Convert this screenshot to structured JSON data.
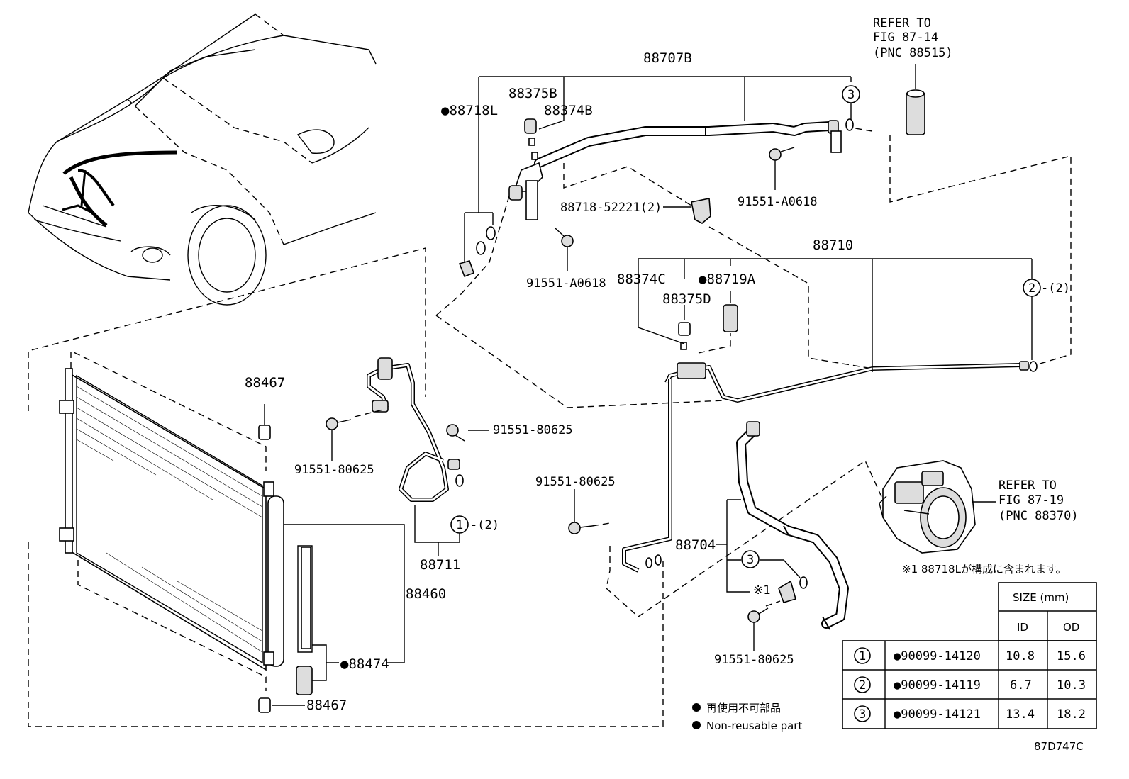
{
  "diagram_id": "87D747C",
  "refs": {
    "top": [
      "REFER TO",
      "FIG 87-14",
      "(PNC 88515)"
    ],
    "right": [
      "REFER TO",
      "FIG 87-19",
      "(PNC 88370)"
    ]
  },
  "labels": {
    "p88707B": "88707B",
    "p88375B": "88375B",
    "p88374B": "88374B",
    "p88718L": "●88718L",
    "p91551A0618a": "91551-A0618",
    "p91551A0618b": "91551-A0618",
    "p8871852221": "88718-52221(2)",
    "p88710": "88710",
    "p88374C": "88374C",
    "p88719A": "●88719A",
    "p88375D": "88375D",
    "p88467a": "88467",
    "p88467b": "88467",
    "p91551_80625a": "91551-80625",
    "p91551_80625b": "91551-80625",
    "p91551_80625c": "91551-80625",
    "p91551_80625d": "91551-80625",
    "p88711": "88711",
    "p88460": "88460",
    "p88474": "●88474",
    "p88704": "88704",
    "note1_ref": "※1",
    "qty1": "-(2)",
    "qty2": "-(2)",
    "circle1": "1",
    "circle2": "2",
    "circle3a": "3",
    "circle3b": "3"
  },
  "note": "※1 88718Lが構成に含まれます。",
  "legend": {
    "jp": "再使用不可部品",
    "en": "Non-reusable part"
  },
  "table": {
    "size_header": "SIZE (mm)",
    "id_header": "ID",
    "od_header": "OD",
    "rows": [
      {
        "ref": "1",
        "part": "●90099-14120",
        "id": "10.8",
        "od": "15.6"
      },
      {
        "ref": "2",
        "part": "●90099-14119",
        "id": "6.7",
        "od": "10.3"
      },
      {
        "ref": "3",
        "part": "●90099-14121",
        "id": "13.4",
        "od": "18.2"
      }
    ]
  }
}
